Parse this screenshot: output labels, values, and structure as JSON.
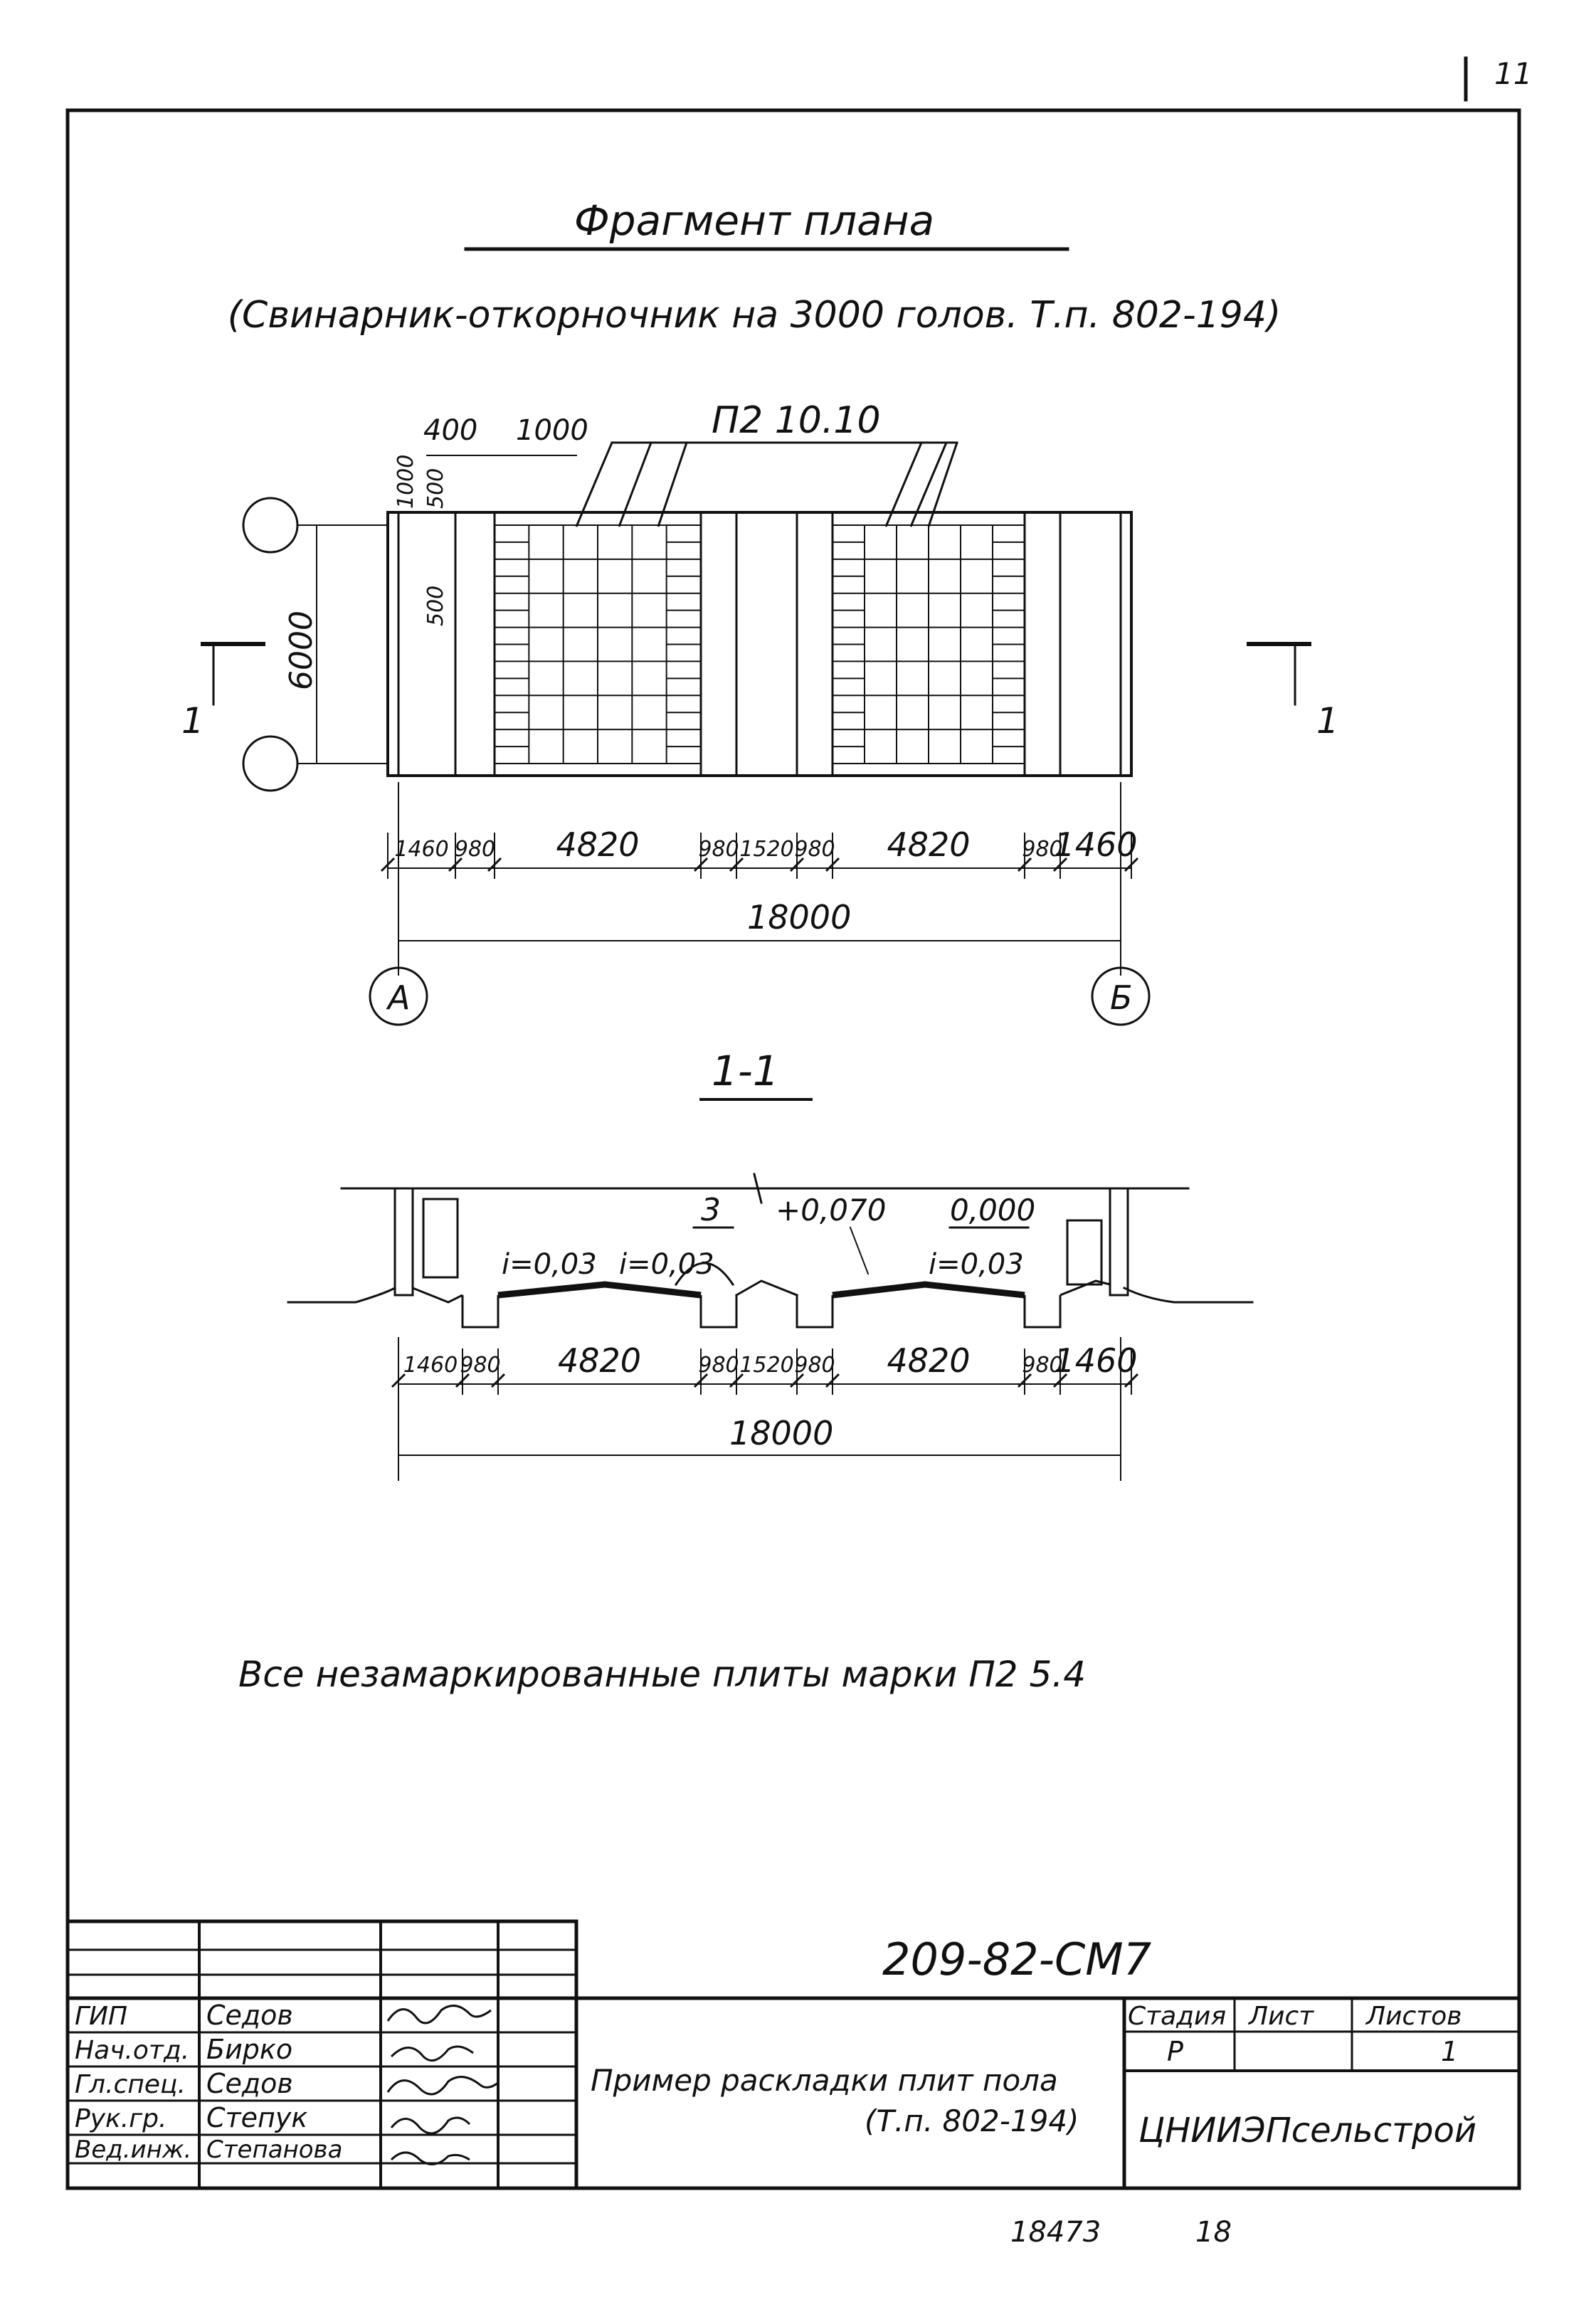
{
  "page_number": "11",
  "title": "Фрагмент плана",
  "subtitle": "(Свинарник-откорночник на 3000 голов. Т.п. 802-194)",
  "plan": {
    "mark_label": "П2 10.10",
    "top_dims": [
      "400",
      "1000"
    ],
    "left_small_dims": [
      "1000",
      "500",
      "500"
    ],
    "span_dim": "6000",
    "bottom_dims": [
      "1460",
      "980",
      "4820",
      "980",
      "1520",
      "980",
      "4820",
      "980",
      "1460"
    ],
    "total": "18000",
    "axis_a": "А",
    "axis_b": "Б",
    "section_mark": "1"
  },
  "section": {
    "title": "1-1",
    "slope_a": "i=0,03",
    "slope_b": "i=0,03",
    "slope_c": "i=0,03",
    "callout": "3",
    "level_1": "+0,070",
    "level_2": "0,000",
    "bottom_dims": [
      "1460",
      "980",
      "4820",
      "980",
      "1520",
      "980",
      "4820",
      "980",
      "1460"
    ],
    "total": "18000"
  },
  "note": "Все незамаркированные плиты марки П2 5.4",
  "title_block": {
    "doc_code": "209-82-СМ7",
    "roles": [
      "ГИП",
      "Нач.отд.",
      "Гл.спец.",
      "Рук.гр.",
      "Вед.инж."
    ],
    "names": [
      "Седов",
      "Бирко",
      "Седов",
      "Степук",
      "Степанова"
    ],
    "description_1": "Пример раскладки плит пола",
    "description_2": "(Т.п. 802-194)",
    "stage_header": "Стадия",
    "sheet_header": "Лист",
    "sheets_header": "Листов",
    "stage_value": "Р",
    "sheets_value": "1",
    "organization": "ЦНИИЭПсельстрой"
  },
  "footer": {
    "archive_no": "18473",
    "sheet_no": "18"
  }
}
